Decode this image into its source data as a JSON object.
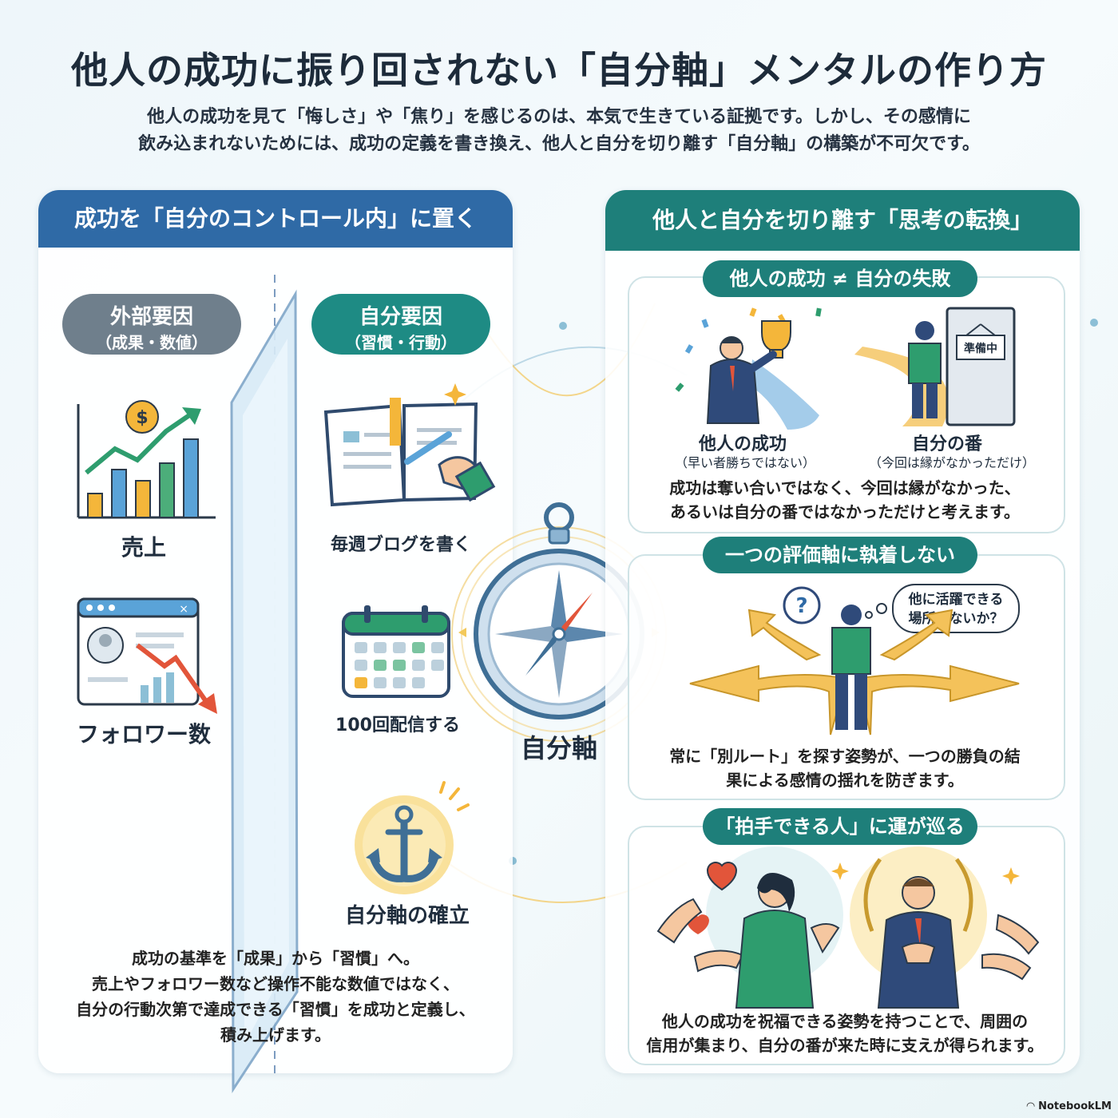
{
  "title": "他人の成功に振り回されない「自分軸」メンタルの作り方",
  "intro": {
    "line1": "他人の成功を見て「悔しさ」や「焦り」を感じるのは、本気で生きている証拠です。しかし、その感情に",
    "line2": "飲み込まれないためには、成功の定義を書き換え、他人と自分を切り離す「自分軸」の構築が不可欠です。"
  },
  "left": {
    "header": "成功を「自分のコントロール内」に置く",
    "external": {
      "title": "外部要因",
      "sub": "（成果・数値）"
    },
    "internal": {
      "title": "自分要因",
      "sub": "（習慣・行動）"
    },
    "sales_label": "売上",
    "followers_label": "フォロワー数",
    "blog_label": "毎週ブログを書く",
    "stream_label": "100回配信する",
    "anchor_label": "自分軸の確立",
    "summary": [
      "成功の基準を「成果」から「習慣」へ。",
      "売上やフォロワー数など操作不能な数値ではなく、",
      "自分の行動次第で達成できる「習慣」を成功と定義し、",
      "積み上げます。"
    ]
  },
  "center": {
    "compass_label": "自分軸"
  },
  "right": {
    "header": "他人と自分を切り離す「思考の転換」",
    "card1": {
      "tab": "他人の成功 ≠ 自分の失敗",
      "door_sign": "準備中",
      "left_title": "他人の成功",
      "left_sub": "（早い者勝ちではない）",
      "right_title": "自分の番",
      "right_sub": "（今回は縁がなかっただけ）",
      "body": [
        "成功は奪い合いではなく、今回は縁がなかった、",
        "あるいは自分の番ではなかっただけと考えます。"
      ]
    },
    "card2": {
      "tab": "一つの評価軸に執着しない",
      "question": "?",
      "bubble": [
        "他に活躍できる",
        "場所はないか？"
      ],
      "body": [
        "常に「別ルート」を探す姿勢が、一つの勝負の結",
        "果による感情の揺れを防ぎます。"
      ]
    },
    "card3": {
      "tab": "「拍手できる人」に運が巡る",
      "body": [
        "他人の成功を祝福できる姿勢を持つことで、周囲の",
        "信用が集まり、自分の番が来た時に支えが得られます。"
      ]
    }
  },
  "footer": {
    "brand": "NotebookLM"
  },
  "colors": {
    "navy": "#2f6aa6",
    "teal": "#1e7f7a",
    "gold": "#f4b63a",
    "green": "#2e9d6e"
  }
}
